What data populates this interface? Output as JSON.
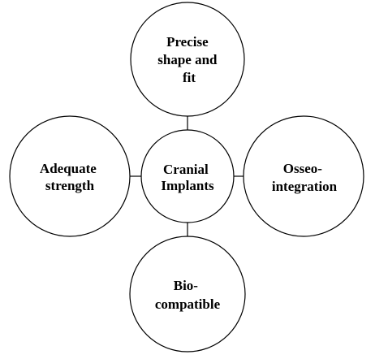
{
  "diagram": {
    "center": {
      "label_lines": [
        "Cranial",
        "Implants"
      ]
    },
    "nodes": {
      "top": {
        "label_lines": [
          "Precise",
          "shape and",
          "fit"
        ]
      },
      "left": {
        "label_lines": [
          "Adequate",
          "strength"
        ]
      },
      "right": {
        "label_lines": [
          "Osseo-",
          "integration"
        ]
      },
      "bottom": {
        "label_lines": [
          "Bio-",
          "compatible"
        ]
      }
    }
  }
}
